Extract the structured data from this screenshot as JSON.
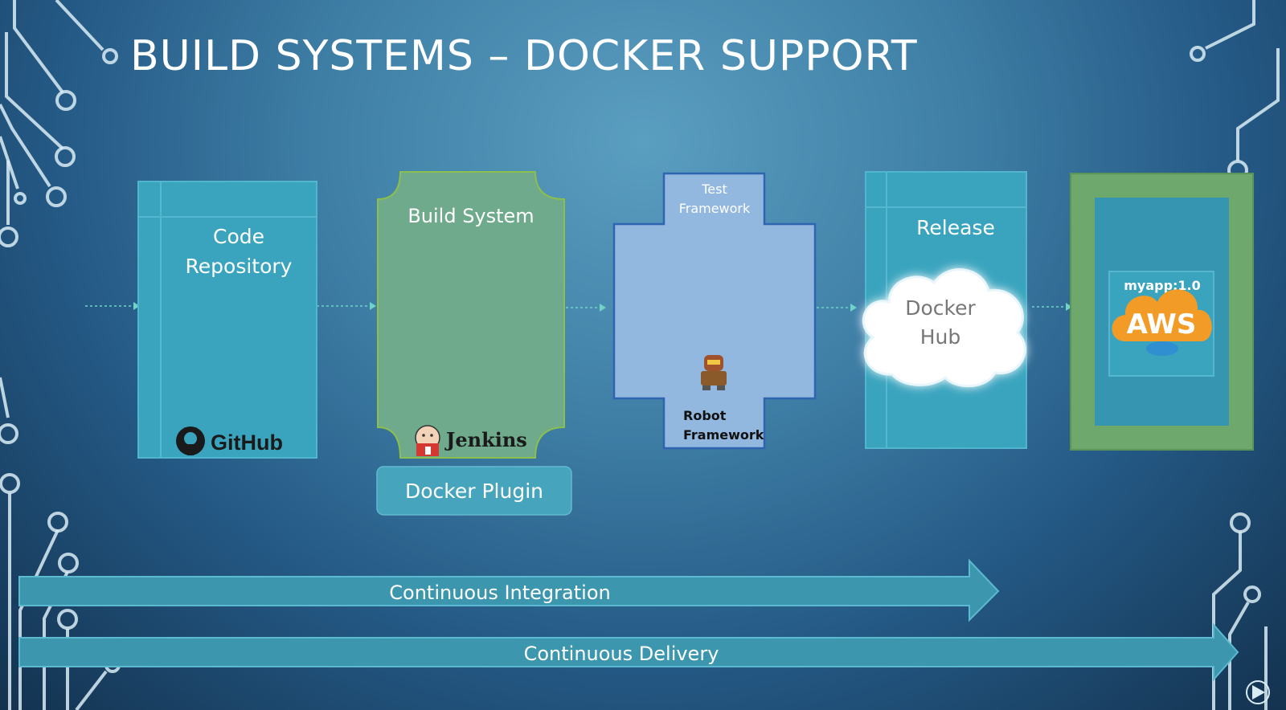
{
  "title": "BUILD SYSTEMS – DOCKER SUPPORT",
  "stages": {
    "code_repository": {
      "line1": "Code",
      "line2": "Repository",
      "logo": "GitHub",
      "logo_icon": "github-octocat-icon"
    },
    "build_system": {
      "label": "Build System",
      "logo": "Jenkins",
      "logo_icon": "jenkins-butler-icon",
      "plugin": "Docker Plugin"
    },
    "test_framework": {
      "line1": "Test",
      "line2": "Framework",
      "tool_line1": "Robot",
      "tool_line2": "Framework",
      "tool_icon": "robot-icon"
    },
    "release": {
      "label": "Release",
      "cloud_line1": "Docker",
      "cloud_line2": "Hub"
    },
    "deploy": {
      "image_tag": "myapp:1.0",
      "cloud_label": "AWS",
      "cloud_icon": "aws-cloud-icon",
      "whale_icon": "docker-whale-icon"
    }
  },
  "arrows": {
    "continuous_integration": "Continuous Integration",
    "continuous_delivery": "Continuous Delivery"
  },
  "colors": {
    "repo_box": "#3aa4be",
    "build_box": "#6faa8c",
    "test_box": "#93b8df",
    "release_box": "#3aa4be",
    "deploy_frame": "#6fa86c",
    "aws_orange": "#f29b26",
    "arrow_fill": "#3b96ae"
  }
}
